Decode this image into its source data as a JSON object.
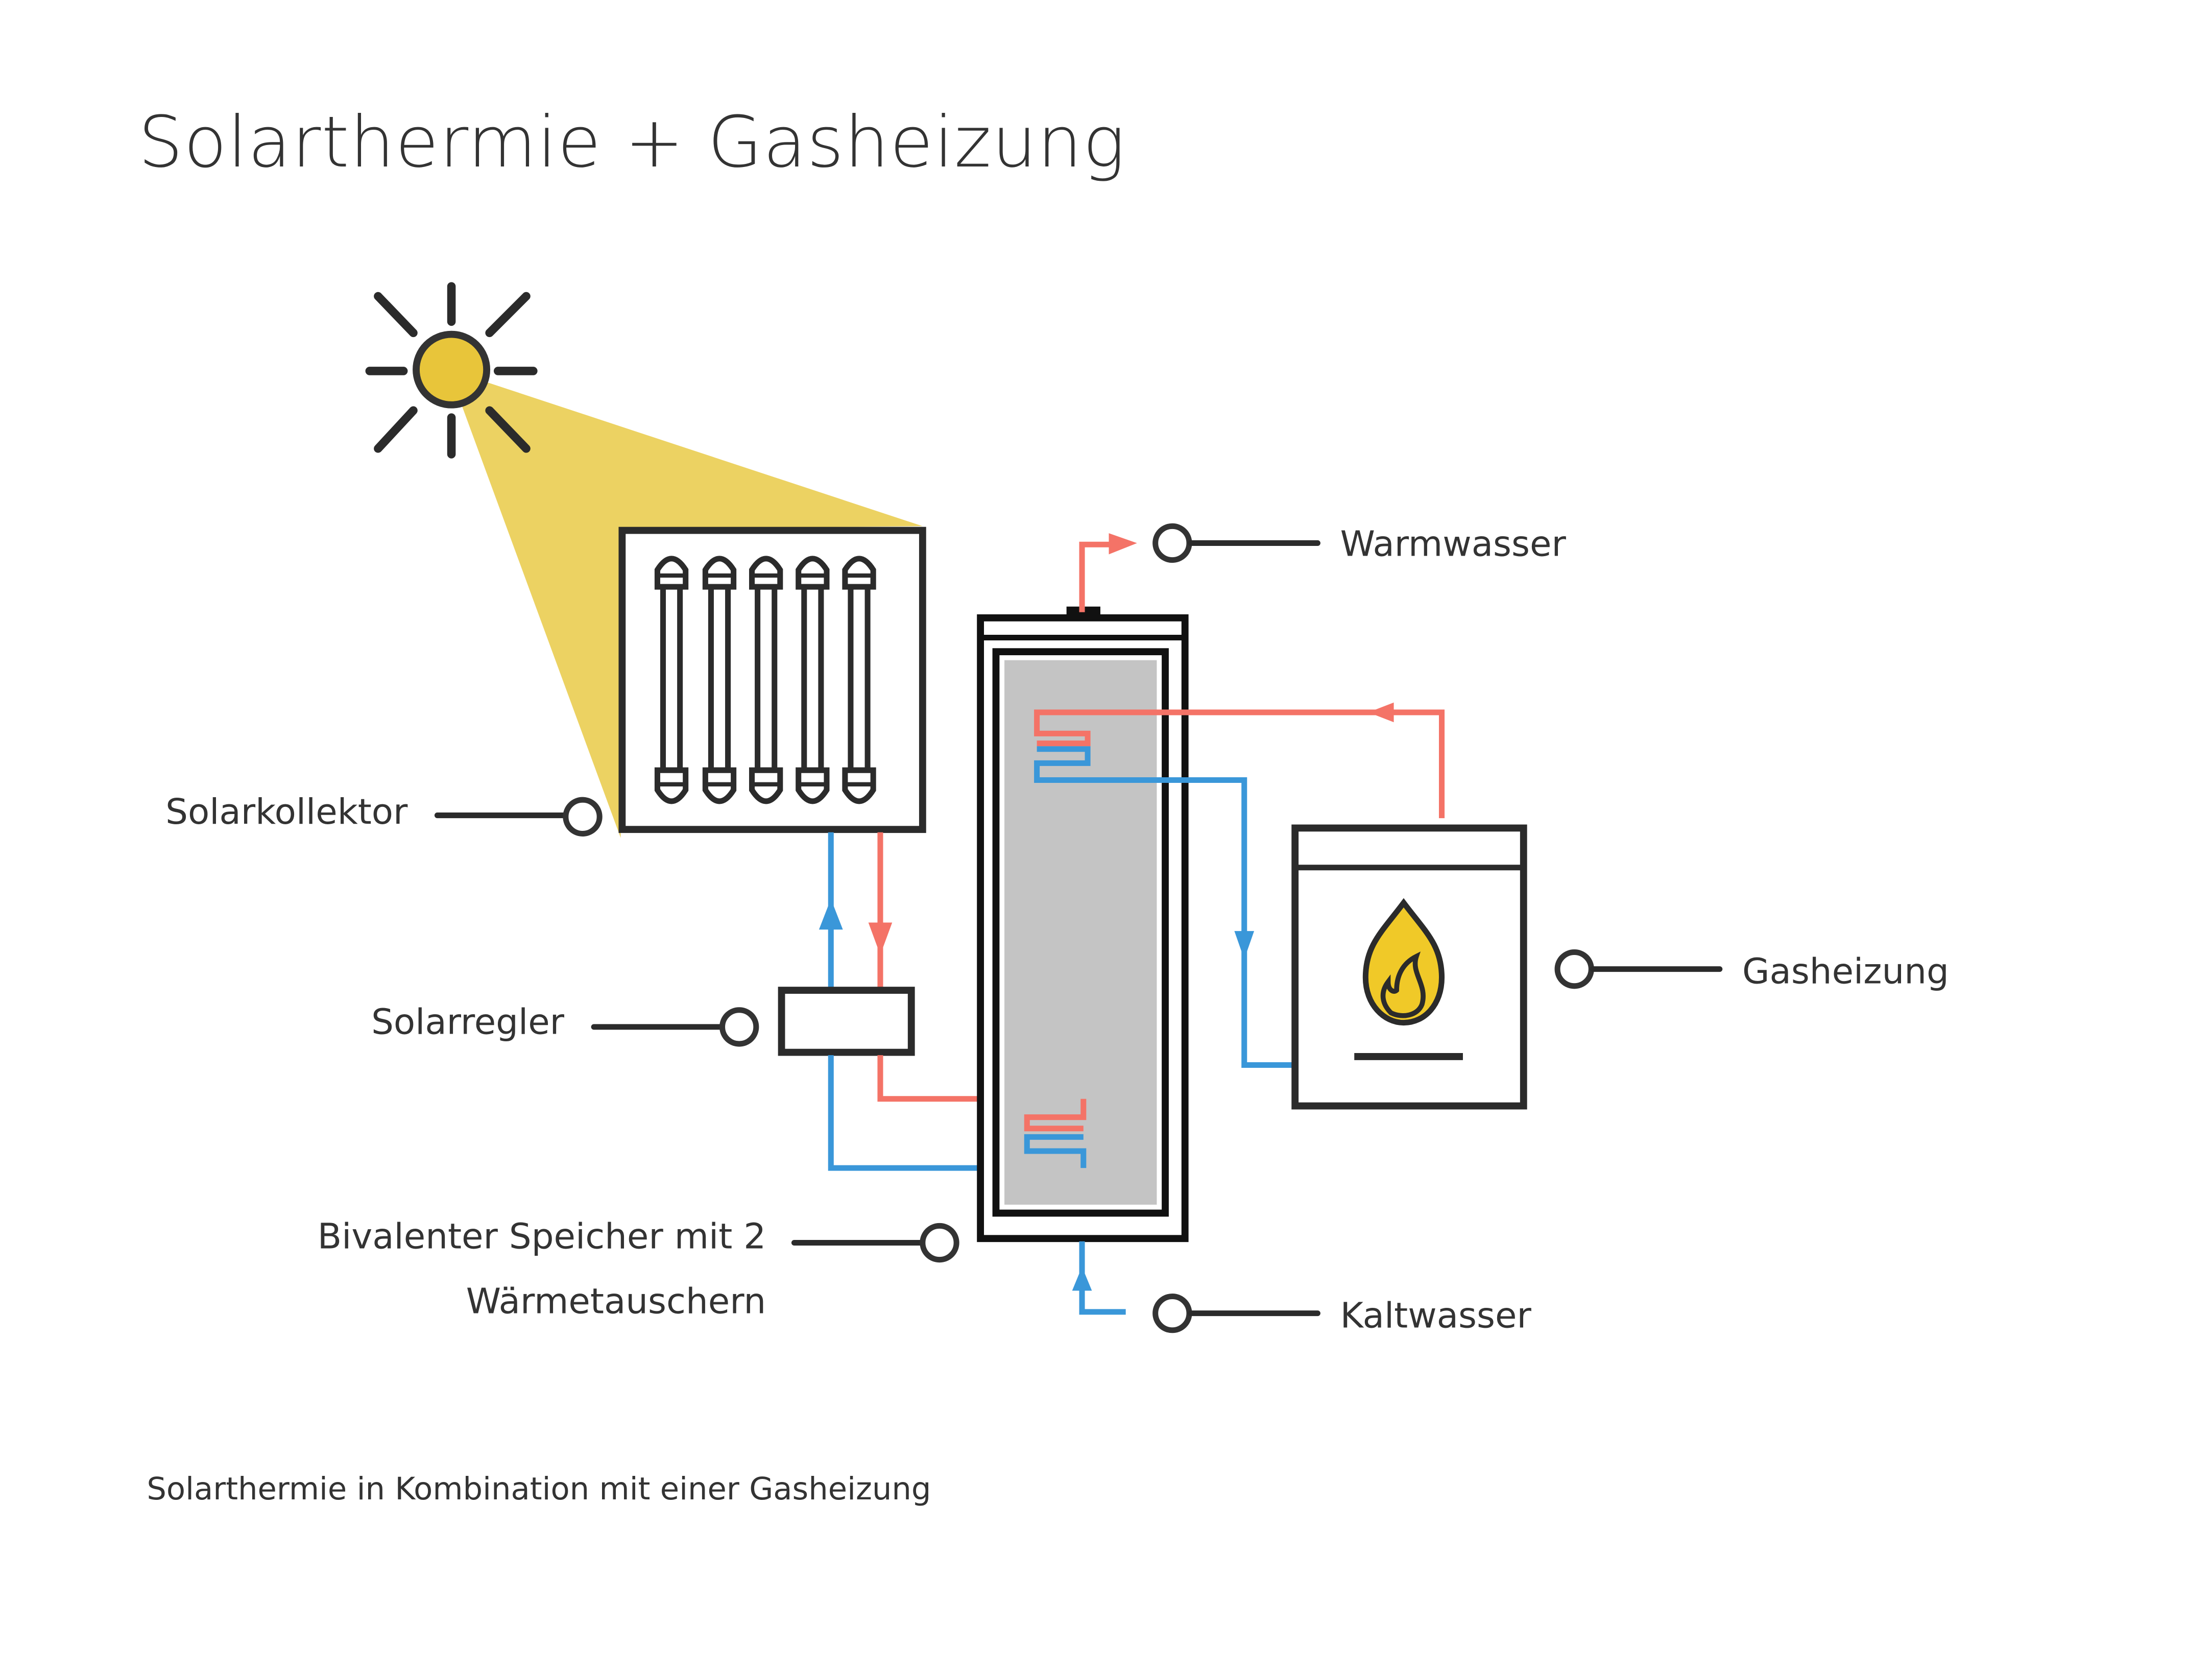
{
  "title": "Solarthermie + Gasheizung",
  "caption": "Solarthermie in Kombination mit einer Gasheizung",
  "labels": {
    "solarkollektor": "Solarkollektor",
    "solarregler": "Solarregler",
    "speicher_line1": "Bivalenter Speicher mit 2",
    "speicher_line2": "Wärmetauschern",
    "warmwasser": "Warmwasser",
    "kaltwasser": "Kaltwasser",
    "gasheizung": "Gasheizung"
  },
  "colors": {
    "hot": "#f47367",
    "cold": "#3a97d9",
    "sun": "#e8c53a",
    "beam": "#ecd262",
    "tank": "#c4c4c4",
    "ink": "#2b2b2b",
    "text": "#333333"
  },
  "icons": {
    "sun": "sun-icon",
    "collector": "solar-collector-icon",
    "controller": "solar-controller-icon",
    "tank": "storage-tank-icon",
    "boiler": "gas-boiler-icon",
    "flame": "flame-icon"
  }
}
